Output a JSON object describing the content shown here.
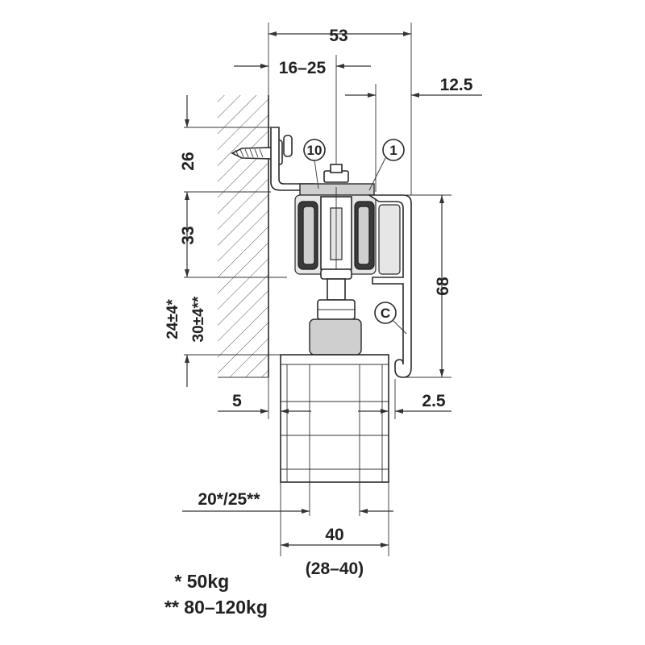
{
  "dimensions": {
    "width_total": "53",
    "offset_range": "16–25",
    "right_offset": "12.5",
    "height_upper": "26",
    "height_middle": "33",
    "height_lower_a": "24±4*",
    "height_lower_b": "30±4**",
    "rail_height": "68",
    "left_gap": "5",
    "right_gap": "2.5",
    "door_thickness": "20*/25**",
    "door_width": "40",
    "door_width_range": "(28–40)"
  },
  "callouts": {
    "part_10": "10",
    "part_1": "1",
    "part_c": "C"
  },
  "legend": {
    "line_1": " * 50kg",
    "line_2": "** 80–120kg"
  },
  "colors": {
    "line": "#333333",
    "part_fill_grey": "#cfcfcf",
    "dark_fill": "#3a3a3a"
  }
}
